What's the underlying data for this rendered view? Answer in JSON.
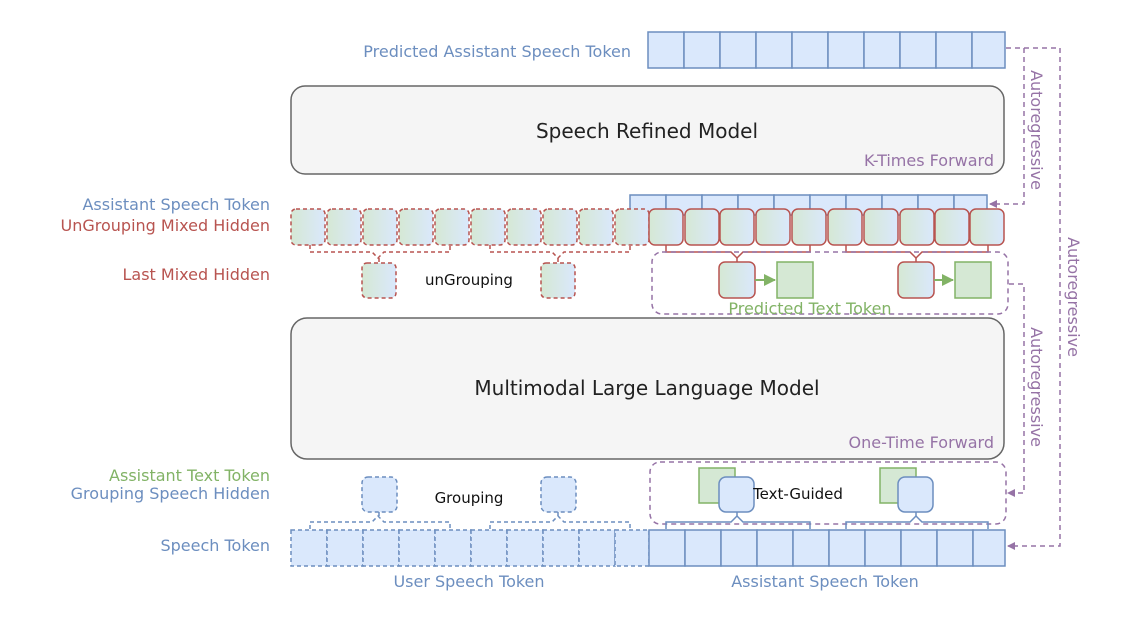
{
  "labels": {
    "predicted_assistant_speech_token": "Predicted Assistant Speech Token",
    "assistant_speech_token_left": "Assistant Speech Token",
    "ungrouping_mixed_hidden": "UnGrouping Mixed Hidden",
    "last_mixed_hidden": "Last Mixed Hidden",
    "assistant_text_token": "Assistant Text Token",
    "grouping_speech_hidden": "Grouping Speech Hidden",
    "speech_token": "Speech Token",
    "user_speech_token": "User Speech Token",
    "assistant_speech_token_bottom": "Assistant Speech Token",
    "ungrouping": "unGrouping",
    "grouping": "Grouping",
    "text_guided": "Text-Guided",
    "predicted_text_token": "Predicted Text Token"
  },
  "models": {
    "speech_refined": {
      "title": "Speech Refined Model",
      "note": "K-Times Forward"
    },
    "mllm": {
      "title": "Multimodal Large Language Model",
      "note": "One-Time Forward"
    }
  },
  "arrows": {
    "autoregressive_top": "Autoregressive",
    "autoregressive_outer": "Autoregressive",
    "autoregressive_middle": "Autoregressive"
  },
  "colors": {
    "blue": "#6c8ebf",
    "blue_fill": "#dae8fc",
    "red": "#b85450",
    "green": "#82b366",
    "green_fill": "#d5e8d4",
    "purple": "#9673a6",
    "green_text": "#82b366"
  }
}
